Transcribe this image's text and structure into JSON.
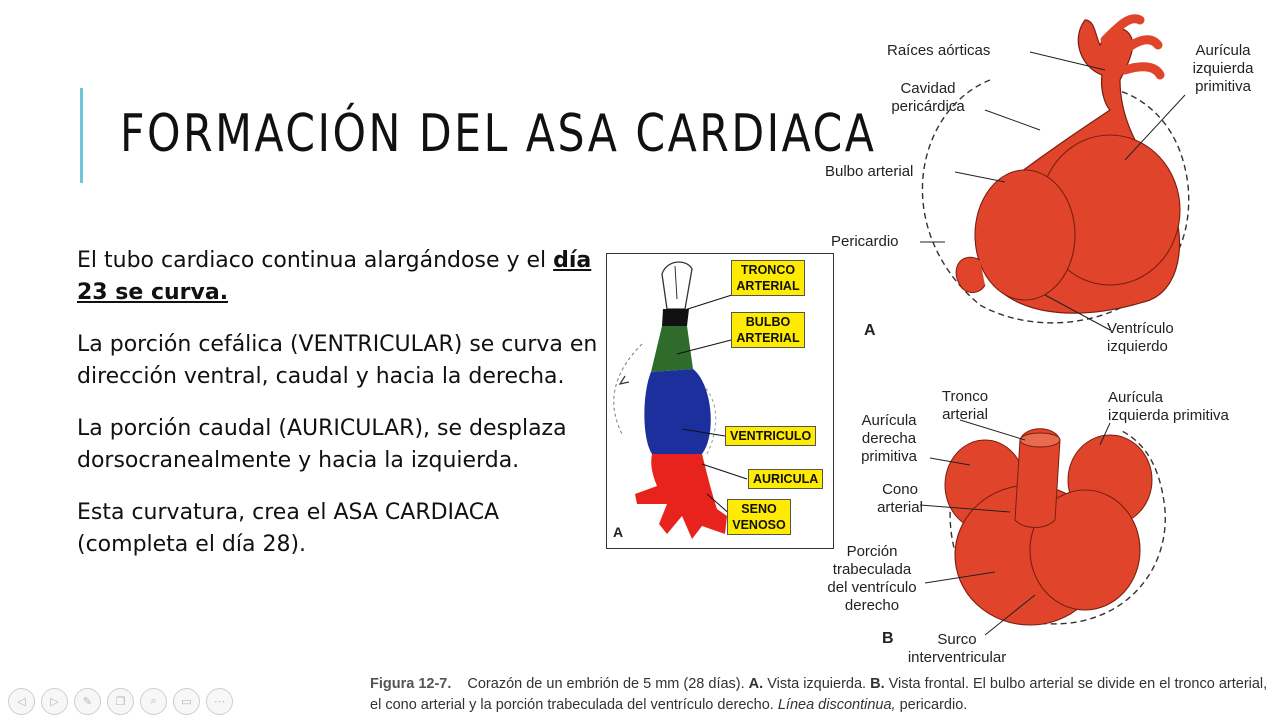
{
  "slide": {
    "title": "FORMACIÓN DEL ASA CARDIACA",
    "paragraphs": {
      "p1_a": "El tubo cardiaco continua alargándose y el ",
      "p1_b": "día 23 se curva.",
      "p2": "La porción cefálica (VENTRICULAR) se curva en dirección ventral, caudal y hacia la derecha.",
      "p3": "La porción caudal (AURICULAR), se desplaza dorsocranealmente y hacia la izquierda.",
      "p4": "Esta curvatura, crea el ASA CARDIACA (completa el día 28)."
    }
  },
  "left_diagram": {
    "letter": "A",
    "labels": {
      "tronco": "TRONCO ARTERIAL",
      "bulbo": "BULBO ARTERIAL",
      "ventriculo": "VENTRICULO",
      "auricula": "AURICULA",
      "seno": "SENO VENOSO"
    },
    "colors": {
      "label_bg": "#ffeb00",
      "tronco": "#111111",
      "bulbo": "#2f6b2a",
      "ventriculo": "#1d2f9c",
      "auricula_seno": "#e8231e"
    }
  },
  "right_figure": {
    "a": {
      "letter": "A",
      "labels": {
        "raices": "Raíces aórticas",
        "cavidad_1": "Cavidad",
        "cavidad_2": "pericárdica",
        "bulbo": "Bulbo arterial",
        "pericardio": "Pericardio",
        "auricula_1": "Aurícula",
        "auricula_2": "izquierda",
        "auricula_3": "primitiva",
        "ventriculo_1": "Ventrículo",
        "ventriculo_2": "izquierdo"
      }
    },
    "b": {
      "letter": "B",
      "labels": {
        "tronco_1": "Tronco",
        "tronco_2": "arterial",
        "aur_izq_1": "Aurícula",
        "aur_izq_2": "izquierda primitiva",
        "aur_der_1": "Aurícula",
        "aur_der_2": "derecha",
        "aur_der_3": "primitiva",
        "cono_1": "Cono",
        "cono_2": "arterial",
        "porcion_1": "Porción",
        "porcion_2": "trabeculada",
        "porcion_3": "del ventrículo",
        "porcion_4": "derecho",
        "surco_1": "Surco",
        "surco_2": "interventricular"
      }
    },
    "heart_color": "#e0452b"
  },
  "caption": {
    "fig_num": "Figura 12-7.",
    "t1": "Corazón de un embrión de 5 mm (28 días).",
    "b1": "A.",
    "t2": " Vista izquierda.",
    "b2": "B.",
    "t3": " Vista frontal. El bulbo arterial se divide en el tronco arterial, el cono arterial y la porción trabeculada del ventrículo derecho.",
    "i1": "Línea discontinua,",
    "t4": " pericardio."
  },
  "toolbar": {
    "items": [
      "prev-icon",
      "next-icon",
      "pen-icon",
      "copy-icon",
      "zoom-icon",
      "subtitles-icon",
      "more-icon"
    ],
    "glyphs": [
      "◁",
      "▷",
      "✎",
      "❐",
      "⌕",
      "▭",
      "⋯"
    ]
  }
}
